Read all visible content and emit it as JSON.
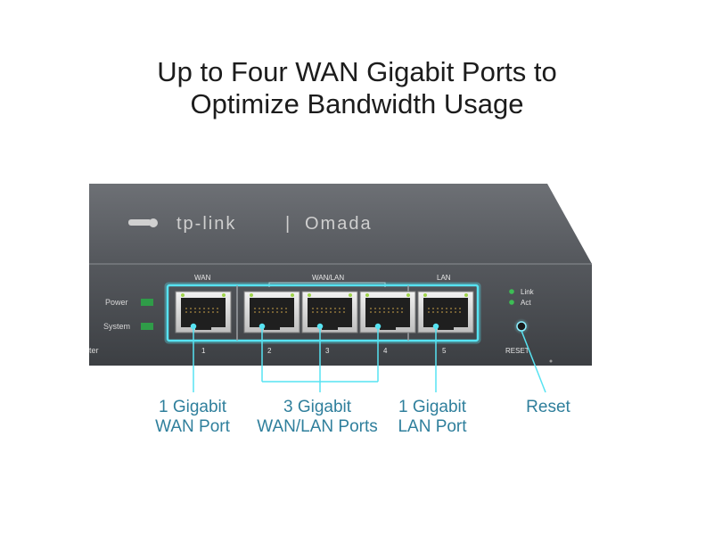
{
  "headline": {
    "line1": "Up to Four WAN Gigabit Ports to",
    "line2": "Optimize Bandwidth Usage"
  },
  "device": {
    "brand": "tp-link",
    "separator": "|",
    "product_line": "Omada",
    "power_label": "Power",
    "system_label": "System",
    "model_fragment": "ter",
    "wan_group_label": "WAN",
    "wan_lan_group_label": "WAN/LAN",
    "lan_group_label": "LAN",
    "port_numbers": [
      "1",
      "2",
      "3",
      "4",
      "5"
    ],
    "link_label": "Link",
    "act_label": "Act",
    "reset_label": "RESET"
  },
  "callouts": {
    "wan": {
      "line1": "1 Gigabit",
      "line2": "WAN Port"
    },
    "wan_lan": {
      "line1": "3 Gigabit",
      "line2": "WAN/LAN Ports"
    },
    "lan": {
      "line1": "1 Gigabit",
      "line2": "LAN Port"
    },
    "reset": {
      "line1": "Reset"
    }
  },
  "colors": {
    "accent_cyan": "#3fd0e6",
    "callout_text": "#2f7f9c",
    "device_body": "#4a4d51",
    "led_green": "#3dbd55"
  }
}
